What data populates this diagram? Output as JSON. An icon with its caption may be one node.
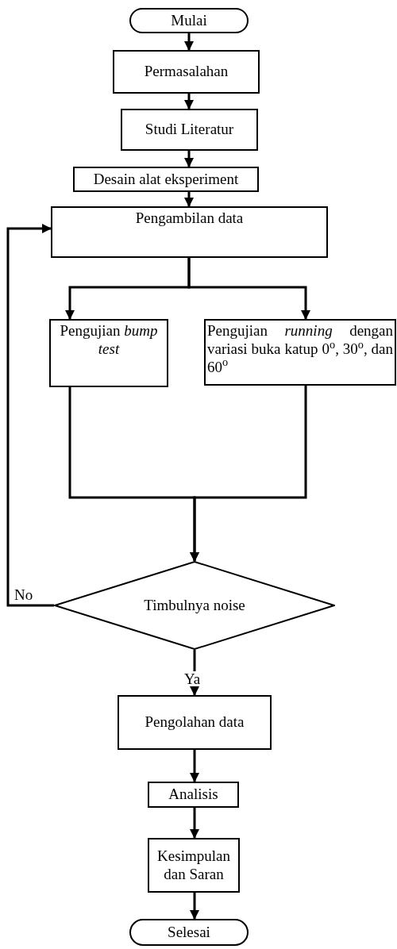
{
  "diagram": {
    "nodes": [
      {
        "text": [
          "Mulai"
        ]
      },
      {
        "text": [
          "Permasalahan"
        ]
      },
      {
        "text": [
          "Studi Literatur"
        ]
      },
      {
        "text": [
          "Desain alat eksperiment"
        ]
      },
      {
        "text": [
          "Pengambilan data"
        ]
      },
      {
        "text": [
          "Pengujian *bump test*"
        ]
      },
      {
        "text": [
          "Pengujian *running* dengan variasi buka katup 0$^{o}$, 30$^{o}$, dan 60$^{o}$"
        ]
      },
      {
        "text": [
          "Timbulnya noise"
        ]
      },
      {
        "text": [
          "Pengolahan data"
        ]
      },
      {
        "text": [
          "Analisis"
        ]
      },
      {
        "text": [
          "Kesimpulan dan Saran"
        ]
      },
      {
        "text": [
          "Selesai"
        ]
      }
    ],
    "edges": [
      {
        "from": 0,
        "to": 1,
        "arrow": "to"
      },
      {
        "from": 1,
        "to": 2,
        "arrow": "to"
      },
      {
        "from": 2,
        "to": 3,
        "arrow": "to"
      },
      {
        "from": 3,
        "to": 4,
        "arrow": "to"
      },
      {
        "from": 4,
        "to": 5,
        "arrow": "to"
      },
      {
        "from": 4,
        "to": 6,
        "arrow": "to"
      },
      {
        "from": 5,
        "to": 7,
        "arrow": "to"
      },
      {
        "from": 6,
        "to": 7,
        "arrow": "to"
      },
      {
        "from": 7,
        "to": 4,
        "arrow": "to",
        "label": "No"
      },
      {
        "from": 7,
        "to": 8,
        "arrow": "to",
        "label": "Ya"
      },
      {
        "from": 8,
        "to": 9,
        "arrow": "to"
      },
      {
        "from": 9,
        "to": 10,
        "arrow": "to"
      },
      {
        "from": 10,
        "to": 11,
        "arrow": "to"
      }
    ]
  }
}
